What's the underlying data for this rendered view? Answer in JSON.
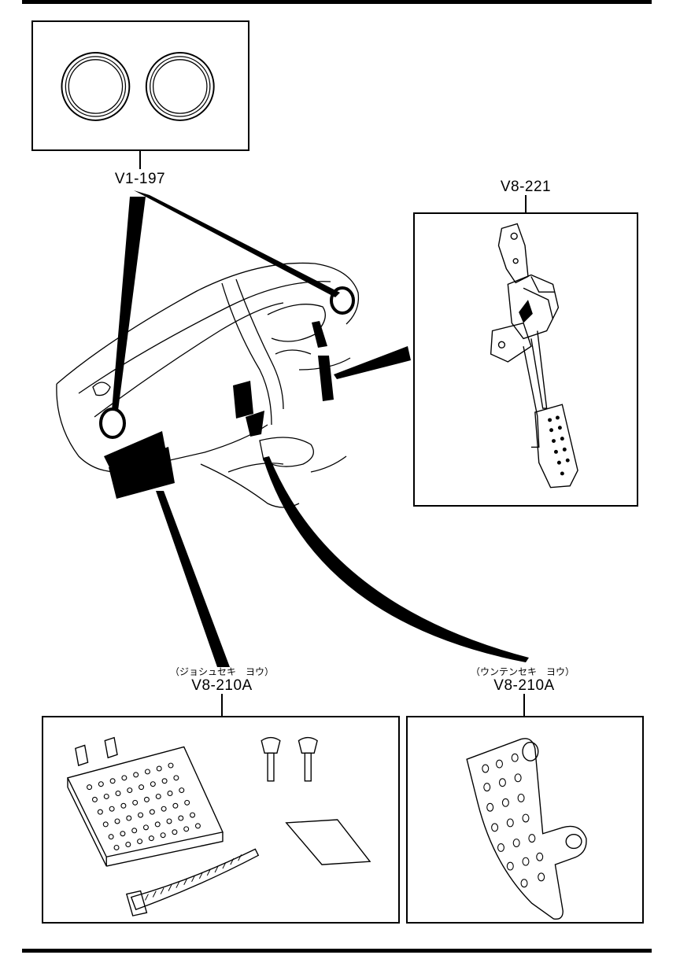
{
  "callouts": {
    "vent_part": "V1-197",
    "pedal_part": "V8-221",
    "passenger_plate": {
      "note": "（ジョシュセキ　ヨウ）",
      "part": "V8-210A"
    },
    "driver_plate": {
      "note": "（ウンテンセキ　ヨウ）",
      "part": "V8-210A"
    }
  },
  "colors": {
    "ink": "#000000",
    "paper": "#ffffff"
  }
}
